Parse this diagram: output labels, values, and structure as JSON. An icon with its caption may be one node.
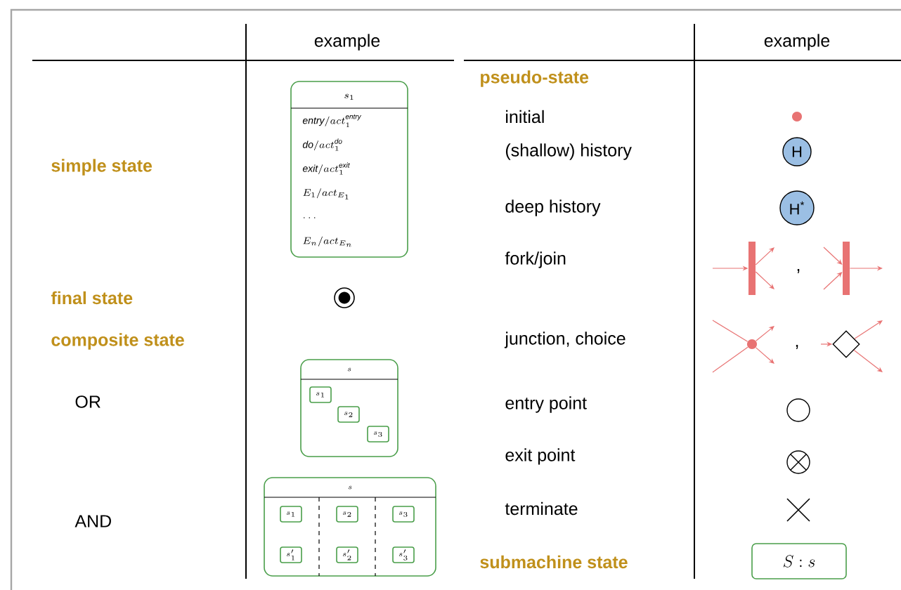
{
  "diagram": {
    "nodes": [
      {
        "text": [
          "s_1",
          "\\mathit{entry}/act_1^{\\mathit{entry}}",
          "\\mathit{do}/act_1^{\\mathit{do}}",
          "\\mathit{exit}/act_1^{\\mathit{exit}}",
          "E_1/act_{E_1}",
          "\\dots",
          "E_n/act_{E_n}"
        ]
      },
      {
        "text": [],
        "shape": "circle"
      },
      {
        "text": [
          "s"
        ]
      },
      {
        "text": [
          "s_1"
        ],
        "in": 2
      },
      {
        "text": [
          "s_2"
        ],
        "in": 2
      },
      {
        "text": [
          "s_3"
        ],
        "in": 2
      },
      {
        "text": [
          "s"
        ]
      },
      {
        "text": [
          "s_1"
        ],
        "in": 6
      },
      {
        "text": [
          "s_2"
        ],
        "in": 6
      },
      {
        "text": [
          "s_3"
        ],
        "in": 6
      },
      {
        "text": [
          "s'_1"
        ],
        "in": 6
      },
      {
        "text": [
          "s'_2"
        ],
        "in": 6
      },
      {
        "text": [
          "s'_3"
        ],
        "in": 6
      },
      {
        "text": [],
        "shape": "circle"
      },
      {
        "text": [
          "H"
        ]
      },
      {
        "text": [
          "H$^{*}$"
        ]
      },
      {
        "text": [],
        "shape": "bar"
      },
      {
        "text": [],
        "shape": "bar"
      },
      {
        "text": [],
        "shape": "circle"
      },
      {
        "text": [],
        "shape": "diamond"
      },
      {
        "text": [],
        "shape": "circle"
      },
      {
        "text": [],
        "shape": "circle"
      },
      {
        "text": [
          "S : s"
        ]
      }
    ],
    "edges": [
      {
        "from": null,
        "to": 16,
        "arrow": "to"
      },
      {
        "from": 16,
        "to": null,
        "arrow": "to"
      },
      {
        "from": 16,
        "to": null,
        "arrow": "to"
      },
      {
        "from": null,
        "to": 17,
        "arrow": "to"
      },
      {
        "from": null,
        "to": 17,
        "arrow": "to"
      },
      {
        "from": 17,
        "to": null,
        "arrow": "to"
      },
      {
        "from": null,
        "to": 18,
        "arrow": "none"
      },
      {
        "from": null,
        "to": 18,
        "arrow": "none"
      },
      {
        "from": 18,
        "to": null,
        "arrow": "to"
      },
      {
        "from": 18,
        "to": null,
        "arrow": "to"
      },
      {
        "from": null,
        "to": 19,
        "arrow": "to"
      },
      {
        "from": 19,
        "to": null,
        "arrow": "to"
      },
      {
        "from": 19,
        "to": null,
        "arrow": "to"
      }
    ],
    "labels": [
      "example",
      "example",
      "simple state",
      "final state",
      "composite state",
      "OR",
      "AND",
      "pseudo-state",
      "initial",
      "(shallow) history",
      "deep history",
      "fork/join",
      "junction, choice",
      "entry point",
      "exit point",
      "terminate",
      "submachine state",
      ",",
      ","
    ]
  }
}
